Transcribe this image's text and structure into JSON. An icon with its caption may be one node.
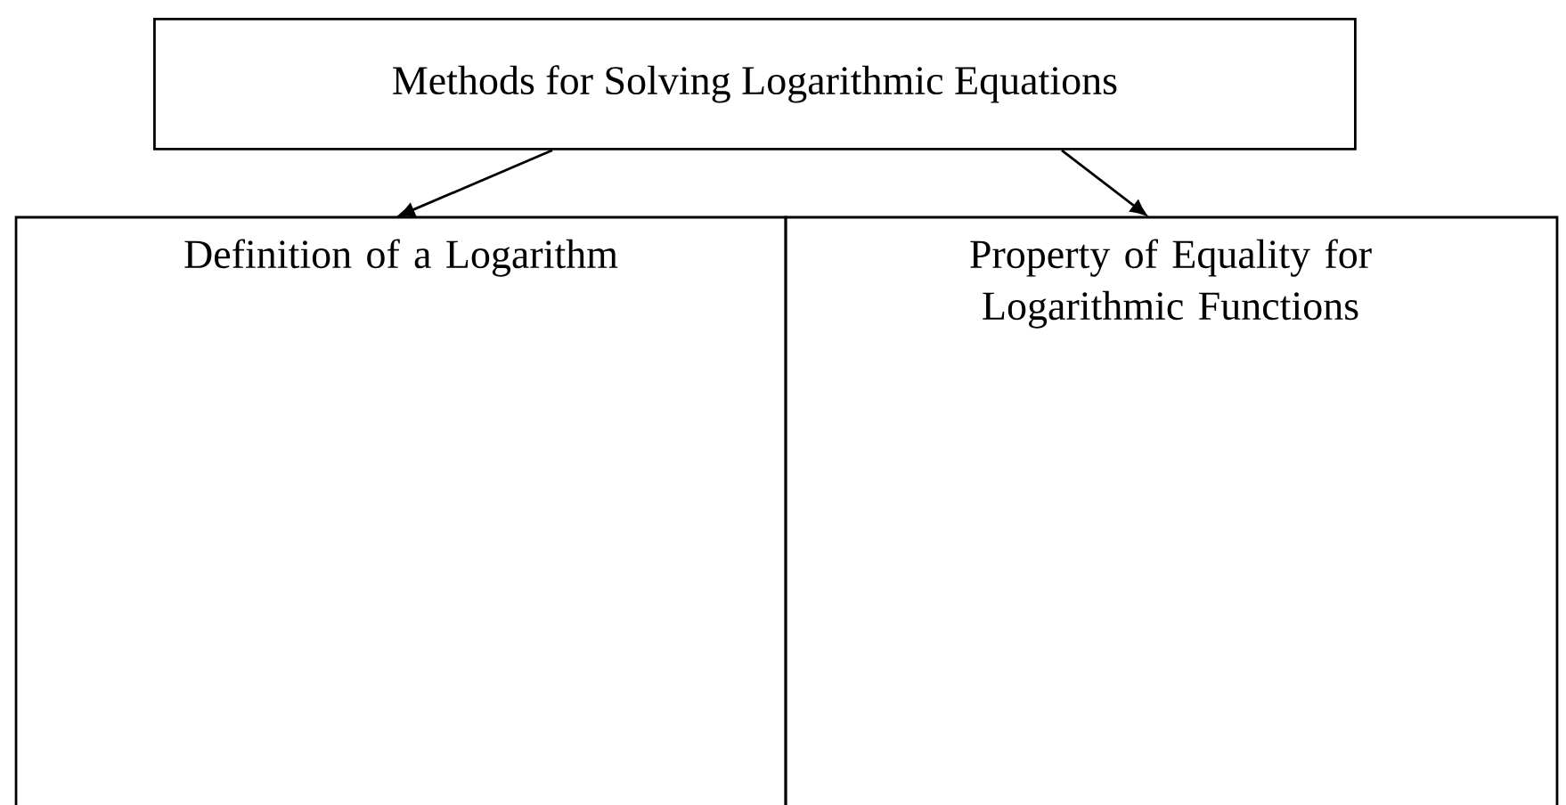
{
  "diagram": {
    "nodes": [
      {
        "text": [
          "Methods for Solving Logarithmic Equations"
        ]
      },
      {
        "text": [
          "Definition of a Logarithm"
        ]
      },
      {
        "text": [
          "Property of Equality for Logarithmic Functions"
        ]
      }
    ],
    "edges": [
      {
        "from": 0,
        "to": 1,
        "arrow": "to"
      },
      {
        "from": 0,
        "to": 2,
        "arrow": "to"
      }
    ]
  }
}
